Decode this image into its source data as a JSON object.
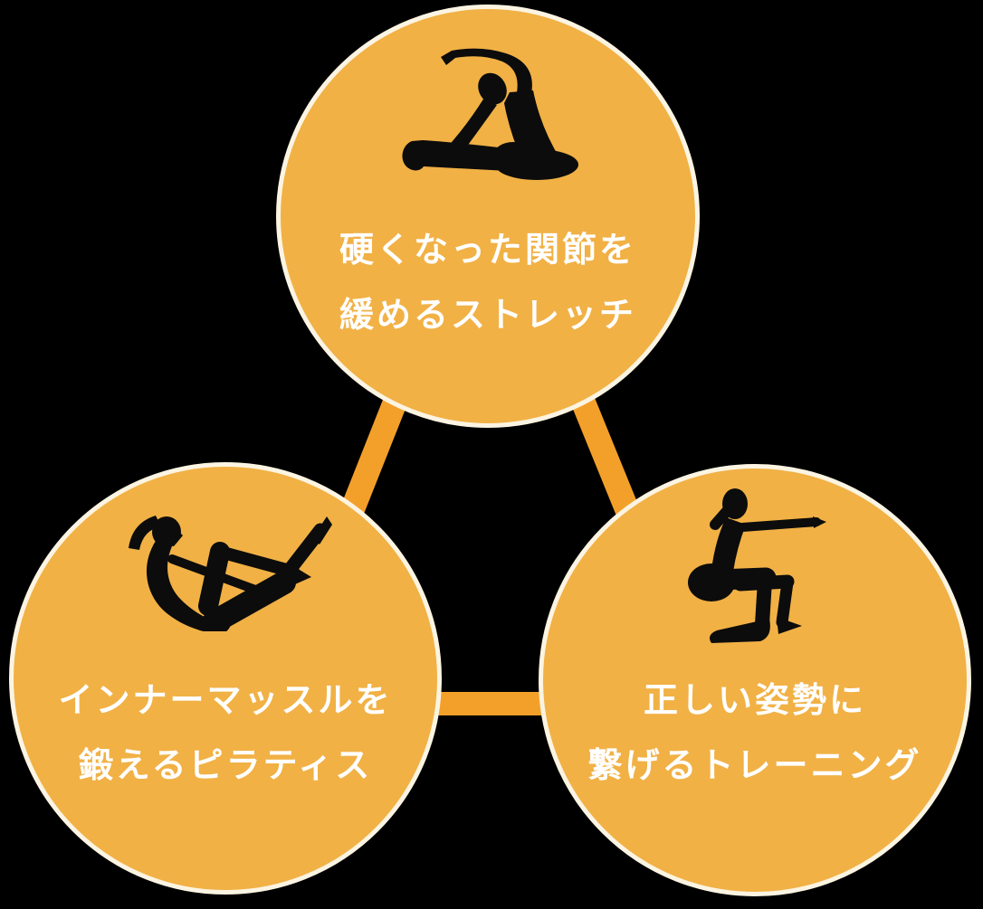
{
  "diagram": {
    "title": "three-circle fitness method diagram",
    "background_color": "#000000",
    "circle_fill_color": "#F1B145",
    "circle_border_color": "#FCF4E2",
    "connector_color": "#F3A02A",
    "text_color": "#FFFFFF",
    "silhouette_color": "#0C0C0C",
    "nodes": [
      {
        "id": "stretch",
        "icon": "stretch-silhouette-icon",
        "line1": "硬くなった関節を",
        "line2": "緩めるストレッチ"
      },
      {
        "id": "pilates",
        "icon": "pilates-silhouette-icon",
        "line1": "インナーマッスルを",
        "line2": "鍛えるピラティス"
      },
      {
        "id": "training",
        "icon": "squat-silhouette-icon",
        "line1": "正しい姿勢に",
        "line2": "繋げるトレーニング"
      }
    ]
  }
}
